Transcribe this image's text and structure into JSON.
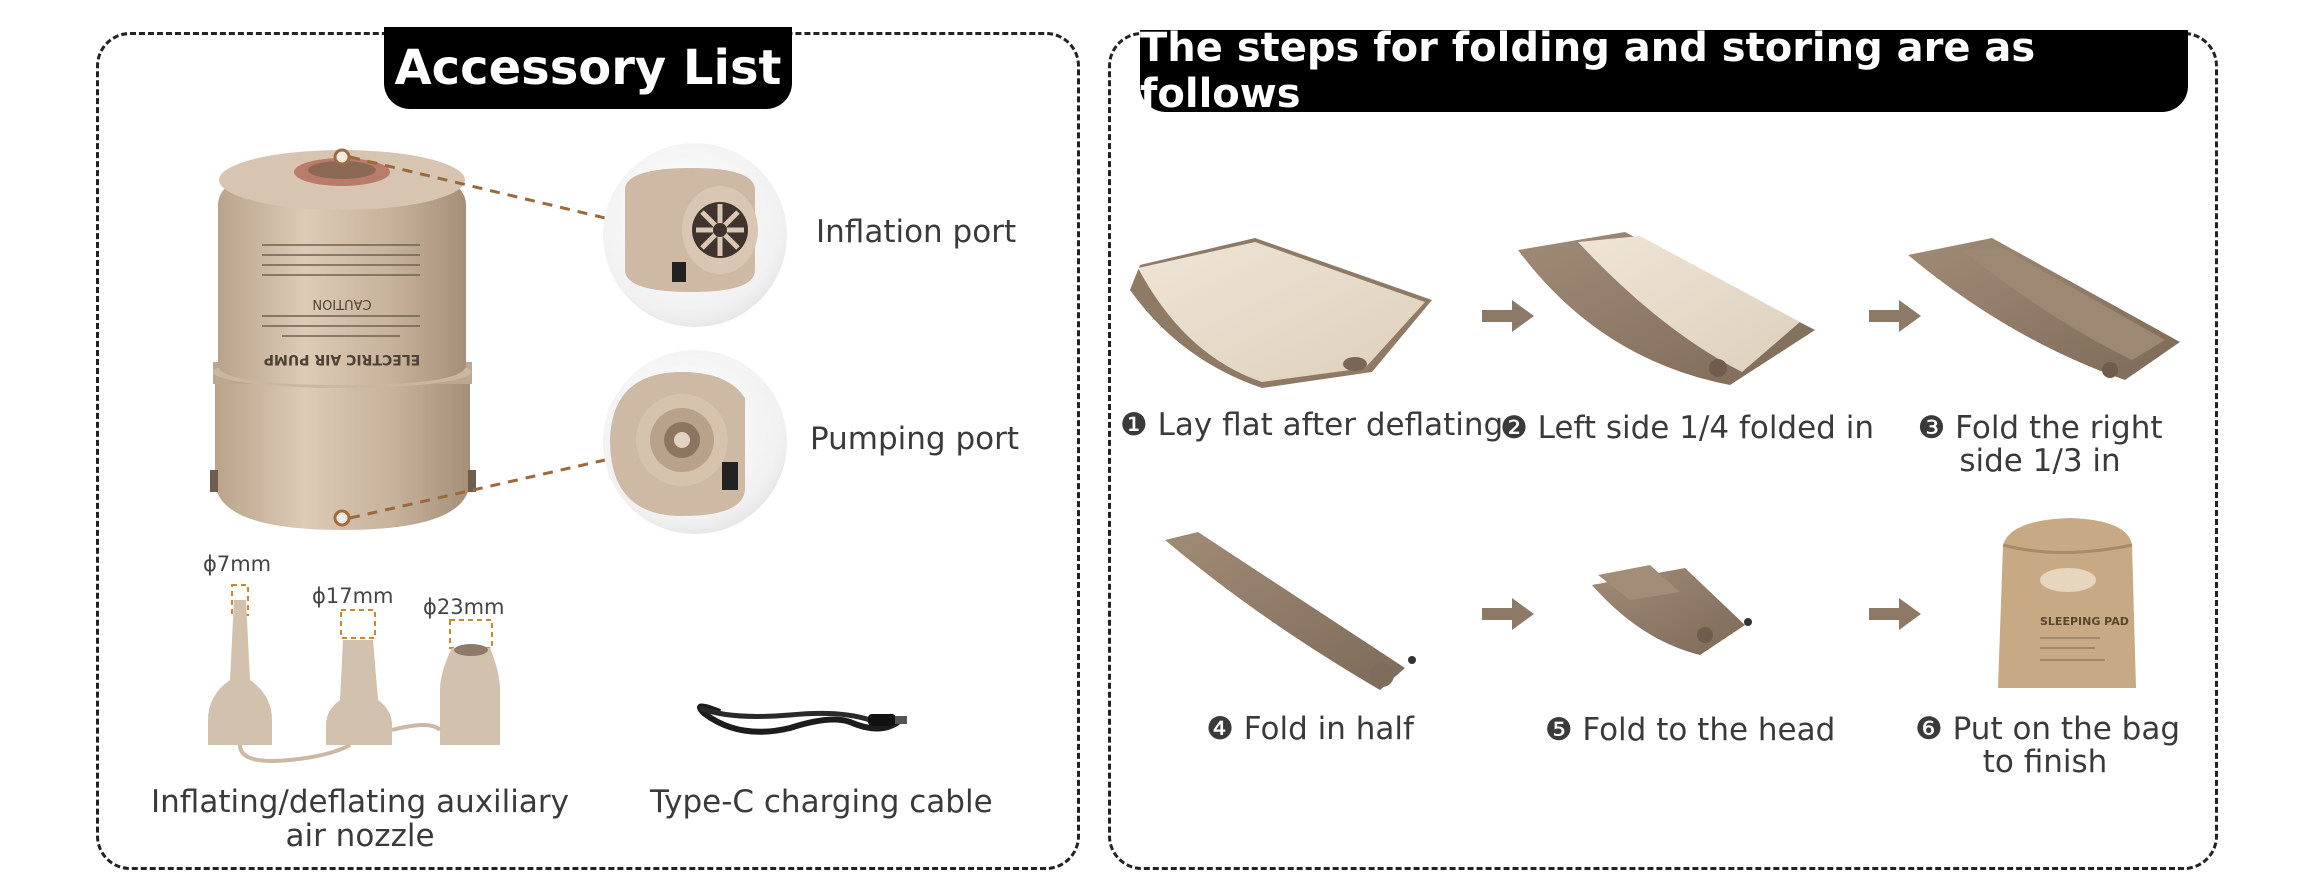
{
  "left_panel": {
    "title": "Accessory List",
    "inflation_port": "Inflation port",
    "pumping_port": "Pumping port",
    "nozzle_sizes": [
      "ϕ7mm",
      "ϕ17mm",
      "ϕ23mm"
    ],
    "nozzle_caption_line1": "Inflating/deflating auxiliary",
    "nozzle_caption_line2": "air nozzle",
    "cable_caption": "Type-C charging cable",
    "pump_text": {
      "line1": "ELECTRIC AIR PUMP",
      "line2": "CAUTION"
    }
  },
  "right_panel": {
    "title": "The steps for folding and storing are as follows",
    "steps": [
      {
        "num": "❶",
        "line1": "Lay flat after deflating",
        "line2": ""
      },
      {
        "num": "❷",
        "line1": "Left side 1/4 folded in",
        "line2": ""
      },
      {
        "num": "❸",
        "line1": "Fold the right",
        "line2": "side 1/3 in"
      },
      {
        "num": "❹",
        "line1": "Fold in half",
        "line2": ""
      },
      {
        "num": "❺",
        "line1": "Fold to the head",
        "line2": ""
      },
      {
        "num": "❻",
        "line1": "Put on the bag",
        "line2": "to finish"
      }
    ],
    "bag_text": "SLEEPING PAD"
  },
  "colors": {
    "frame": "#222222",
    "title_bg": "#000000",
    "pump": "#c9b59f",
    "pad_light": "#e8dccb",
    "pad_brown": "#8f7a66",
    "arrow": "#8c7966",
    "leader": "#9a6a3c"
  }
}
